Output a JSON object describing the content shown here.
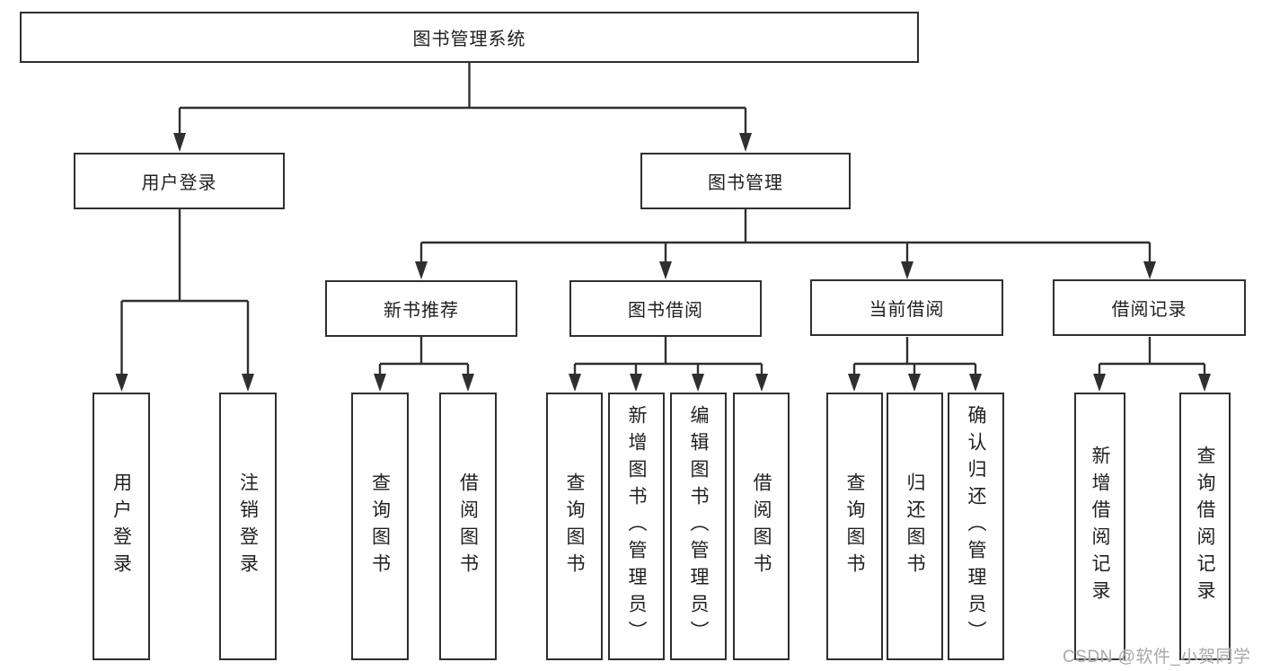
{
  "diagram": {
    "root": {
      "label": "图书管理系统"
    },
    "branches": {
      "user_login": {
        "label": "用户登录"
      },
      "book_management": {
        "label": "图书管理"
      }
    },
    "modules": {
      "new_book_recommend": {
        "label": "新书推荐"
      },
      "book_borrow": {
        "label": "图书借阅"
      },
      "current_borrow": {
        "label": "当前借阅"
      },
      "borrow_records": {
        "label": "借阅记录"
      }
    },
    "leaves": {
      "login": {
        "label": "用户登录"
      },
      "logout": {
        "label": "注销登录"
      },
      "rec_query_book": {
        "label": "查询图书"
      },
      "rec_borrow_book": {
        "label": "借阅图书"
      },
      "bb_query_book": {
        "label": "查询图书"
      },
      "bb_add_book": {
        "label": "新增图书（管理员）"
      },
      "bb_edit_book": {
        "label": "编辑图书（管理员）"
      },
      "bb_borrow_book": {
        "label": "借阅图书"
      },
      "cb_query_book": {
        "label": "查询图书"
      },
      "cb_return_book": {
        "label": "归还图书"
      },
      "cb_confirm_return": {
        "label": "确认归还（管理员）"
      },
      "br_add_record": {
        "label": "新增借阅记录"
      },
      "br_query_record": {
        "label": "查询借阅记录"
      }
    }
  },
  "watermark": {
    "text": "CSDN @软件_小贺同学"
  },
  "colors": {
    "line": "#2f2f2f",
    "text": "#1f1f1f",
    "watermark": "#a8a8a8",
    "background": "#ffffff"
  }
}
